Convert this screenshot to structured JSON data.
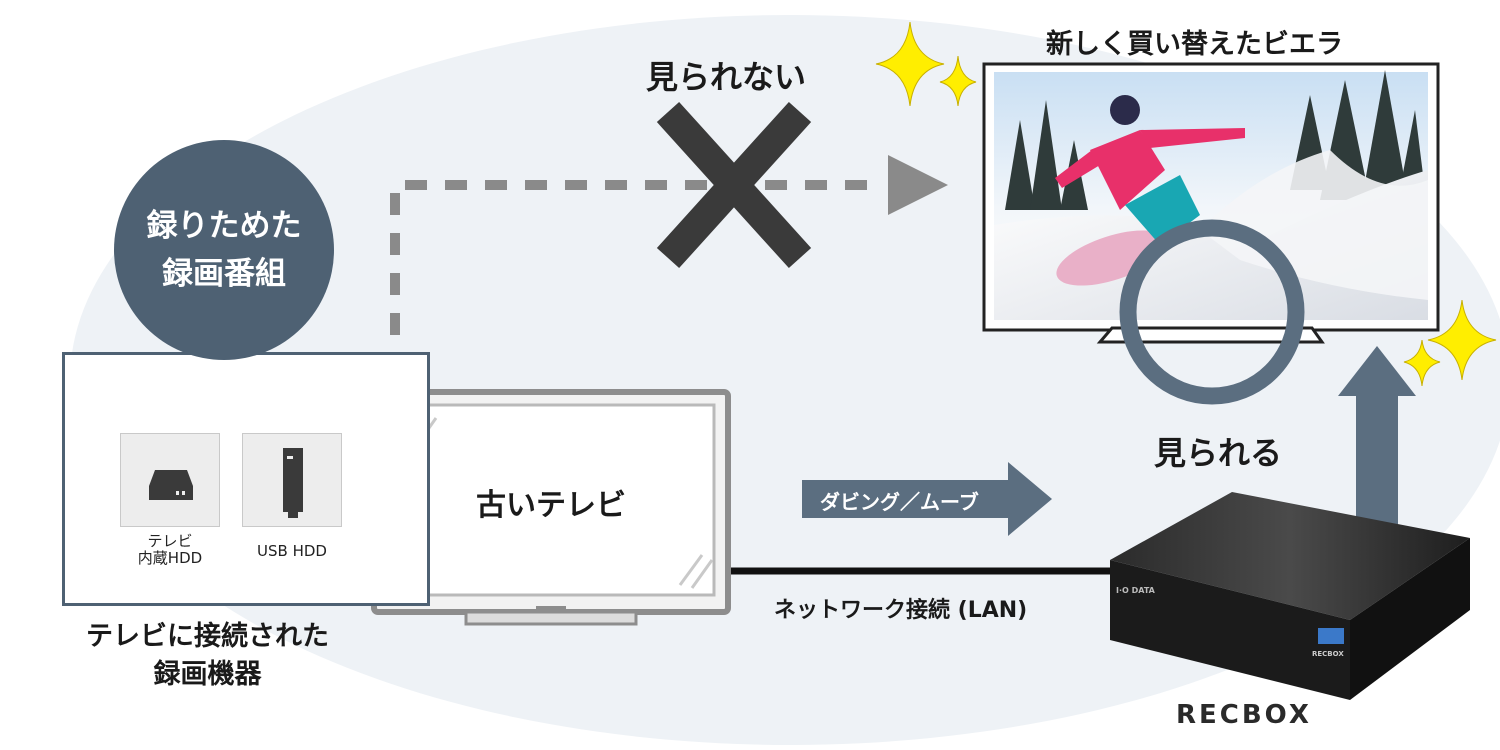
{
  "labels": {
    "not_viewable": "見られない",
    "viewable": "見られる",
    "new_tv": "新しく買い替えたビエラ",
    "recordings_line1": "録りためた",
    "recordings_line2": "録画番組",
    "old_tv": "古いテレビ",
    "dubbing": "ダビング／ムーブ",
    "network": "ネットワーク接続 (LAN)",
    "devices_line1": "テレビに接続された",
    "devices_line2": "録画機器",
    "internal_hdd_line1": "テレビ",
    "internal_hdd_line2": "内蔵HDD",
    "usb_hdd": "USB HDD",
    "brand_logo": "RECBOX",
    "device_brand": "I·O DATA",
    "device_logo": "RECBOX"
  },
  "colors": {
    "accent": "#4e6173",
    "background_blob": "#eef2f6",
    "dotted_line": "#8a8a8a",
    "cross": "#3a3a3a",
    "sparkle": "#ffee00"
  },
  "icons": [
    "hdd-icon",
    "usb-stick-icon",
    "cross-icon",
    "circle-icon",
    "sparkle-icon",
    "arrow-up-icon"
  ]
}
